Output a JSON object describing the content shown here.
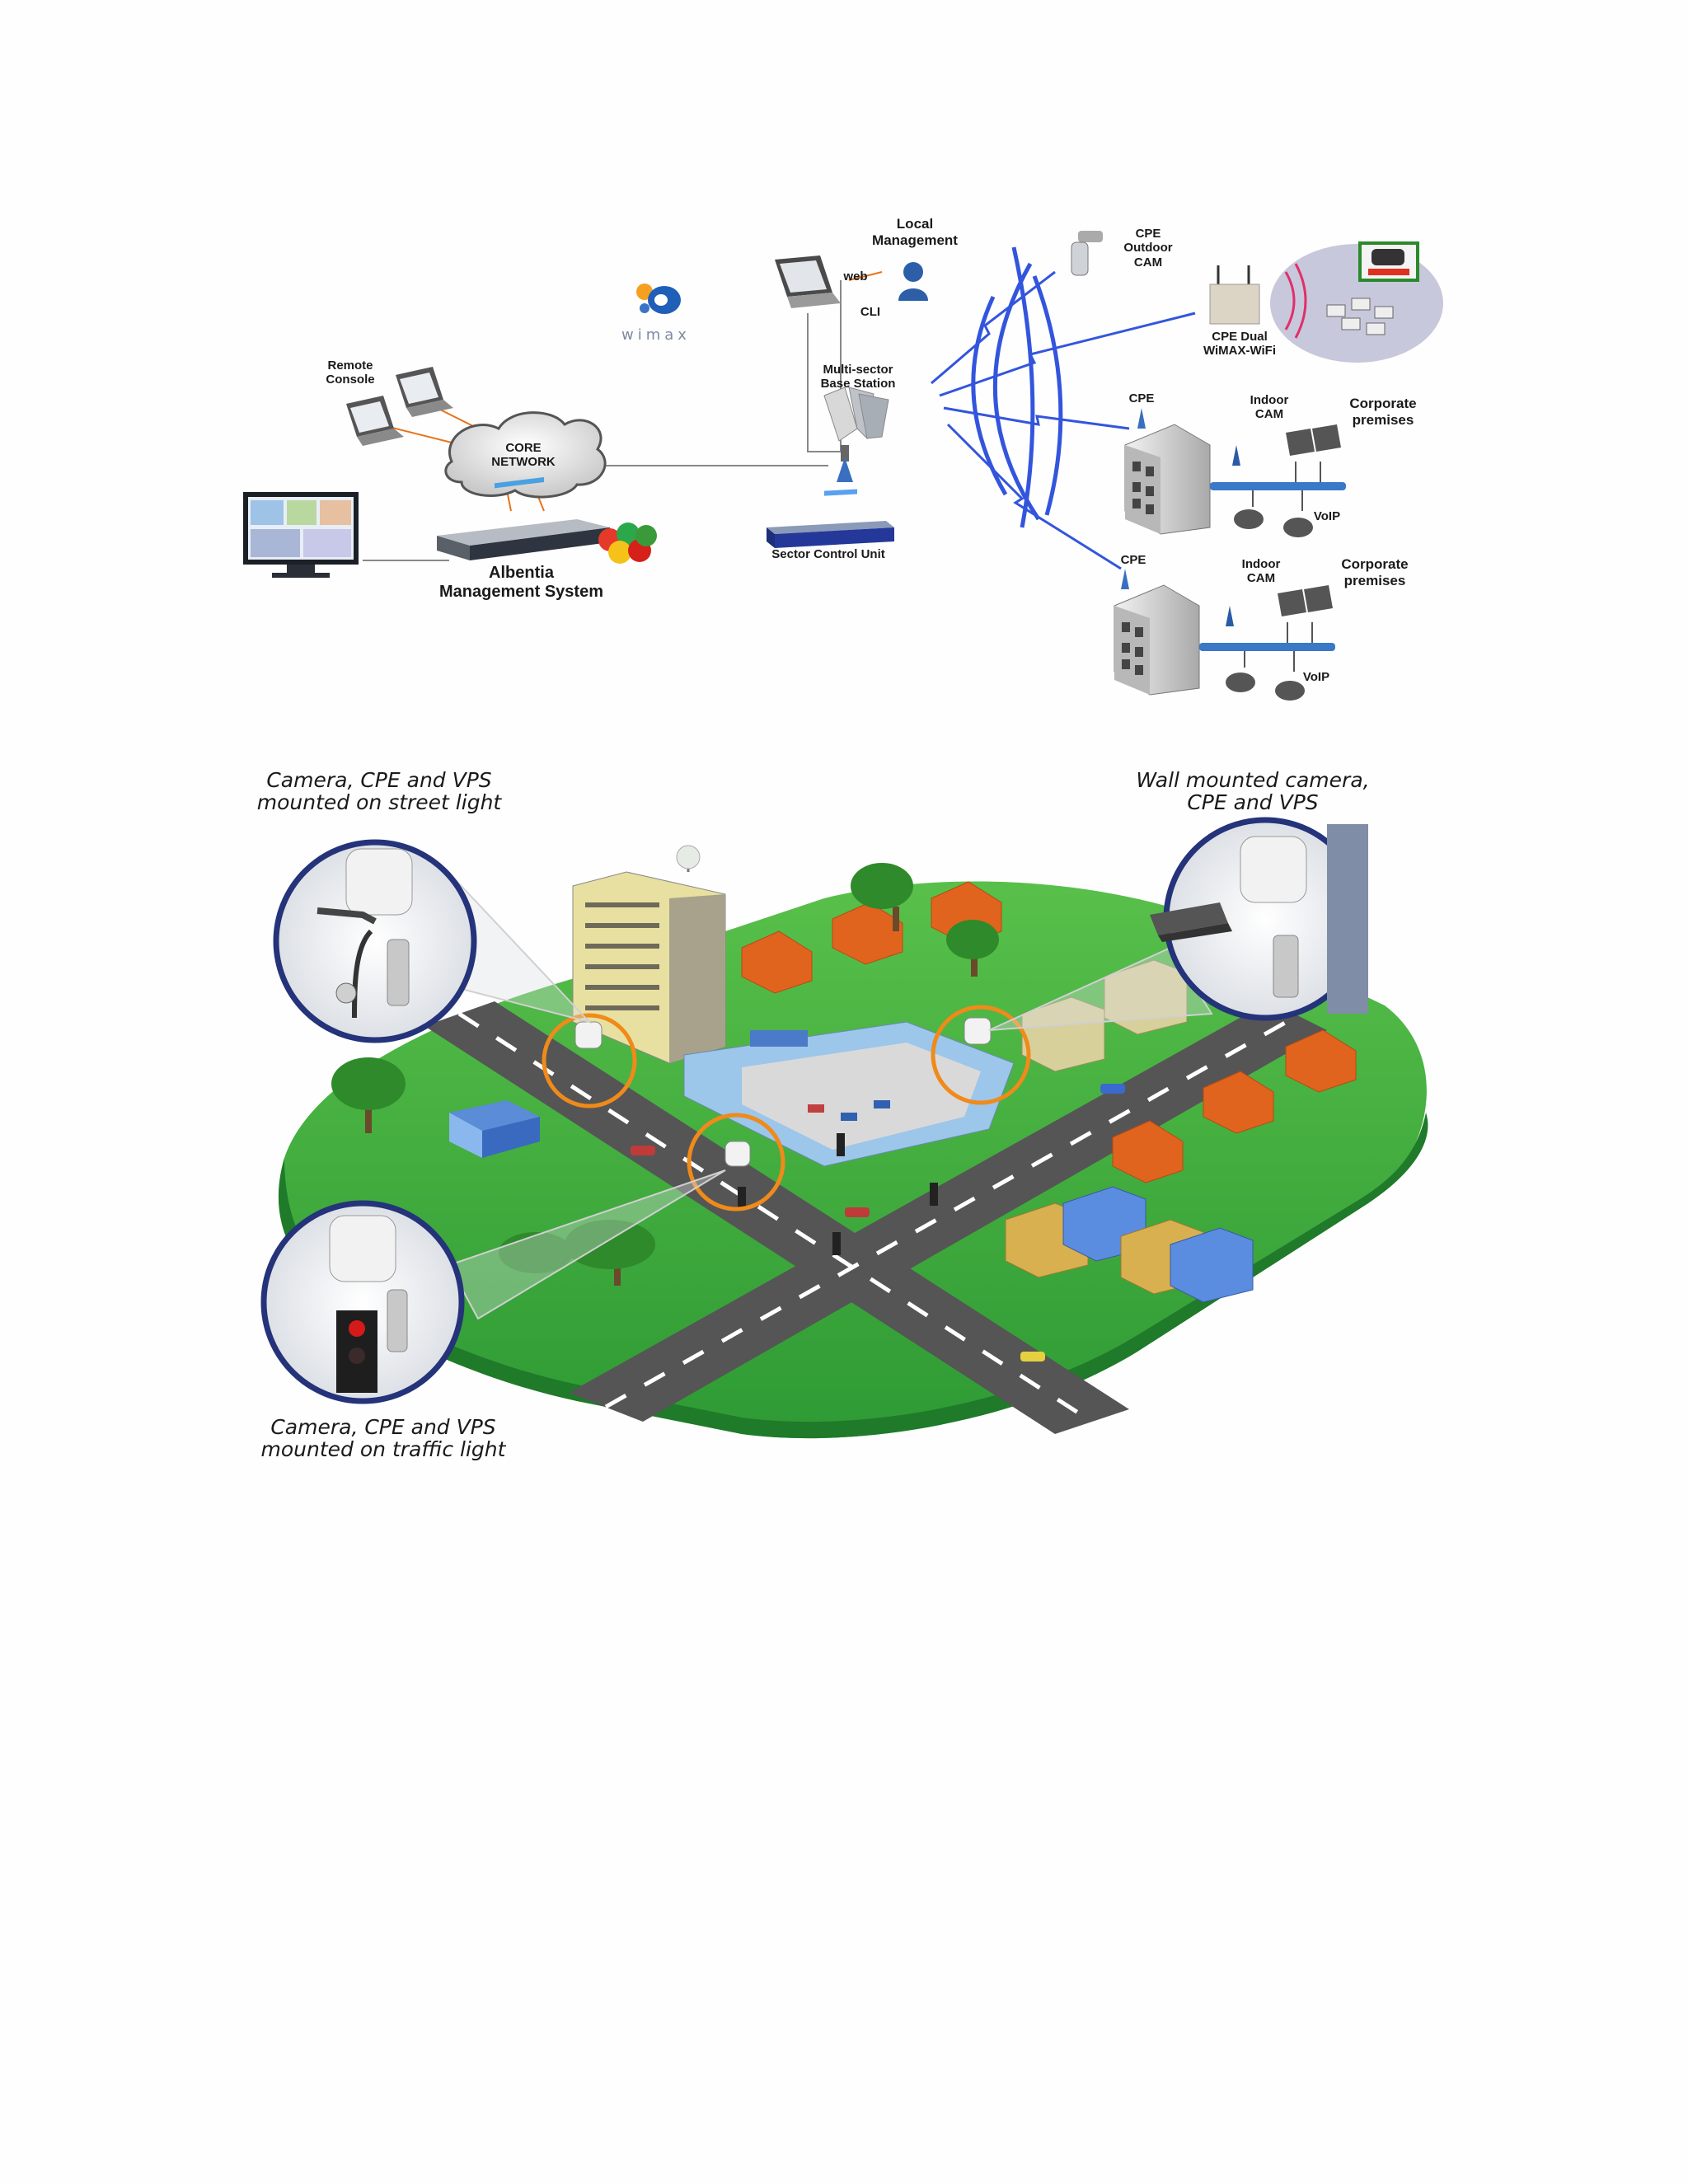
{
  "diagram": {
    "logo_text": "wimax",
    "labels": {
      "local_management": "Local\nManagement",
      "web": "web",
      "cli": "CLI",
      "cpe_outdoor_cam": "CPE\nOutdoor\nCAM",
      "cpe_dual": "CPE Dual\nWiMAX-WiFi",
      "remote_console": "Remote\nConsole",
      "core_network": "CORE\nNETWORK",
      "multi_sector": "Multi-sector\nBase Station",
      "sector_control_unit": "Sector Control Unit",
      "management_system": "Albentia\nManagement System",
      "cpe_1": "CPE",
      "indoor_cam_1": "Indoor\nCAM",
      "corporate_1": "Corporate\npremises",
      "voip_1": "VoIP",
      "cpe_2": "CPE",
      "indoor_cam_2": "Indoor\nCAM",
      "corporate_2": "Corporate\npremises",
      "voip_2": "VoIP"
    }
  },
  "city": {
    "captions": {
      "street_light": "Camera, CPE and VPS\nmounted on street light",
      "wall": "Wall mounted camera,\nCPE and VPS",
      "traffic_light": "Camera, CPE and VPS\nmounted on traffic light"
    }
  },
  "colors": {
    "wave": "#3355dd",
    "grass": "#3aa63a",
    "grass_dark": "#1f7a2a",
    "road": "#555555",
    "highlight": "#f08a1a",
    "inset_border": "#24337a",
    "house": "#e0641e"
  }
}
